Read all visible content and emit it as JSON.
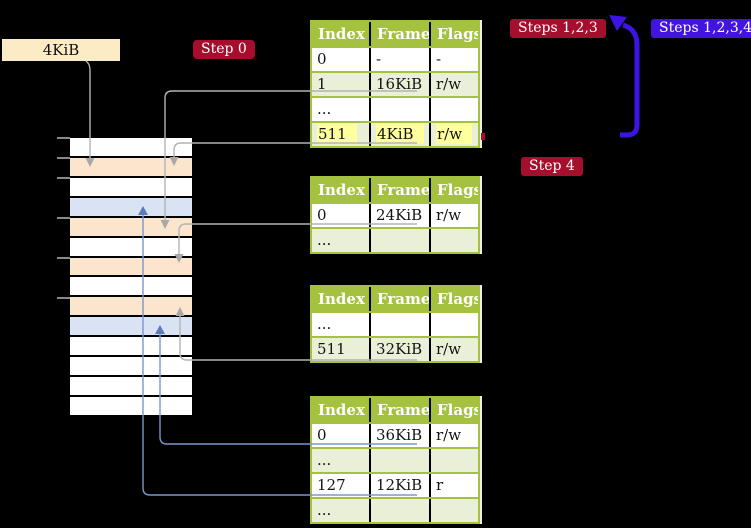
{
  "labels": {
    "frame_size": "4KiB",
    "step0": "Step 0",
    "steps123": "Steps 1,2,3",
    "steps1234": "Steps 1,2,3,4",
    "step4": "Step 4"
  },
  "tables": [
    {
      "headers": [
        "Index",
        "Frame",
        "Flags"
      ],
      "rows": [
        {
          "cells": [
            "0",
            "-",
            "-"
          ],
          "highlight": false
        },
        {
          "cells": [
            "1",
            "16KiB",
            "r/w"
          ],
          "highlight": false
        },
        {
          "cells": [
            "...",
            "",
            ""
          ],
          "highlight": false
        },
        {
          "cells": [
            "511",
            "4KiB",
            "r/w"
          ],
          "highlight": true
        }
      ]
    },
    {
      "headers": [
        "Index",
        "Frame",
        "Flags"
      ],
      "rows": [
        {
          "cells": [
            "0",
            "24KiB",
            "r/w"
          ],
          "highlight": false
        },
        {
          "cells": [
            "...",
            "",
            ""
          ],
          "highlight": false
        }
      ]
    },
    {
      "headers": [
        "Index",
        "Frame",
        "Flags"
      ],
      "rows": [
        {
          "cells": [
            "...",
            "",
            ""
          ],
          "highlight": false
        },
        {
          "cells": [
            "511",
            "32KiB",
            "r/w"
          ],
          "highlight": false
        }
      ]
    },
    {
      "headers": [
        "Index",
        "Frame",
        "Flags"
      ],
      "rows": [
        {
          "cells": [
            "0",
            "36KiB",
            "r/w"
          ],
          "highlight": false
        },
        {
          "cells": [
            "...",
            "",
            ""
          ],
          "highlight": false
        },
        {
          "cells": [
            "127",
            "12KiB",
            "r"
          ],
          "highlight": false
        },
        {
          "cells": [
            "...",
            "",
            ""
          ],
          "highlight": false
        }
      ]
    }
  ],
  "memory_column": {
    "rows": [
      {
        "color": "#ffffff"
      },
      {
        "color": "#fce5cd"
      },
      {
        "color": "#ffffff"
      },
      {
        "color": "#dae3f3"
      },
      {
        "color": "#fce5cd"
      },
      {
        "color": "#ffffff"
      },
      {
        "color": "#fce5cd"
      },
      {
        "color": "#ffffff"
      },
      {
        "color": "#fce5cd"
      },
      {
        "color": "#dae3f3"
      },
      {
        "color": "#ffffff"
      },
      {
        "color": "#ffffff"
      },
      {
        "color": "#ffffff"
      },
      {
        "color": "#ffffff"
      }
    ]
  },
  "connectors": [
    {
      "from": "frame-size-label",
      "to": "memory-row-2",
      "color": "gray"
    },
    {
      "from": "table-1-row-1",
      "to": "memory-row-5",
      "color": "gray"
    },
    {
      "from": "table-1-row-511",
      "to": "memory-row-2",
      "color": "gray"
    },
    {
      "from": "table-2-row-0",
      "to": "memory-row-7",
      "color": "gray"
    },
    {
      "from": "table-3-row-511",
      "to": "memory-row-9",
      "color": "gray"
    },
    {
      "from": "table-4-row-0",
      "to": "memory-row-10",
      "color": "blue"
    },
    {
      "from": "table-4-row-127",
      "to": "memory-row-4",
      "color": "blue"
    },
    {
      "from": "table-4-area",
      "to": "steps123-badge",
      "color": "loop-blue"
    }
  ],
  "palette": {
    "background": "#000000",
    "table_header_green": "#a4c23f",
    "table_row_green": "#eaefd7",
    "highlight_yellow": "#ffff9e",
    "frame_peach": "#fce5cd",
    "frame_blue": "#dae3f3",
    "label_cream": "#fbecc6",
    "badge_red": "#a60e2d",
    "badge_blue": "#4214e0",
    "connector_gray": "#b3b3b3",
    "connector_blue": "#7b98cc",
    "loop_arrow_blue": "#3c14e4"
  }
}
